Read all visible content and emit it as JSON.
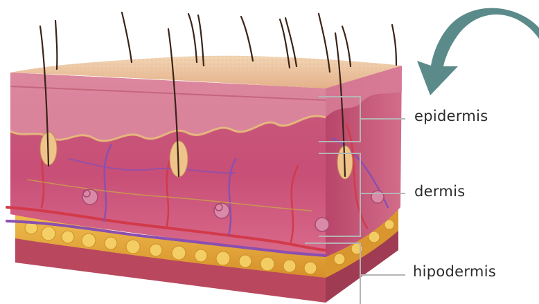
{
  "labels": {
    "epidermis": "epidermis",
    "dermis": "dermis",
    "hipodermis": "hipodermis"
  },
  "colors": {
    "arrow": "#5b8a8a",
    "leader": "#b5b5b5",
    "surface": "#e9c39c",
    "epidermis": "#c05878",
    "dermis": "#c94a74",
    "fat": "#e3a53a",
    "base": "#b7485e",
    "hair": "#3a2418",
    "vein": "#8a4fb0",
    "artery": "#d23a4a"
  },
  "icons": {
    "pointer": "curved-arrow-icon"
  }
}
